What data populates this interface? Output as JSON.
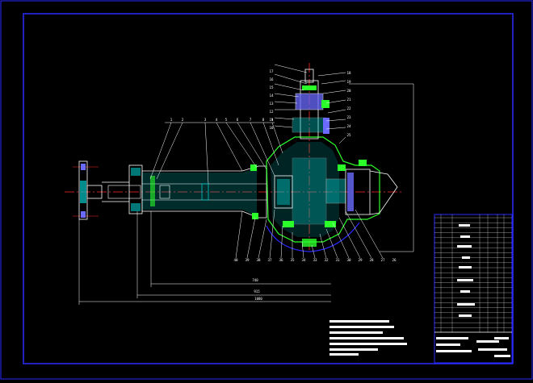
{
  "drawing": {
    "colors": {
      "background": "#000000",
      "frame": "#2a2aff",
      "outline": "#ffffff",
      "centerline": "#ff2a2a",
      "hatch": "#00c8c8",
      "body": "#2aff2a",
      "part": "#6a6aff",
      "text": "#ffffff"
    },
    "balloons_horizontal": [
      "1",
      "2",
      "3",
      "4",
      "5",
      "6",
      "7",
      "8",
      "9"
    ],
    "balloons_bottom": [
      "40",
      "39",
      "38",
      "37",
      "36",
      "35",
      "34",
      "33",
      "32",
      "31",
      "30",
      "29",
      "28",
      "27",
      "26"
    ],
    "balloons_top": [
      "10",
      "11",
      "12",
      "13",
      "14",
      "15",
      "16",
      "17"
    ],
    "balloons_right": [
      "18",
      "19",
      "20",
      "21",
      "22",
      "23",
      "24",
      "25"
    ],
    "dimensions": {
      "d1": "740",
      "d2": "915",
      "d3": "1080"
    }
  }
}
